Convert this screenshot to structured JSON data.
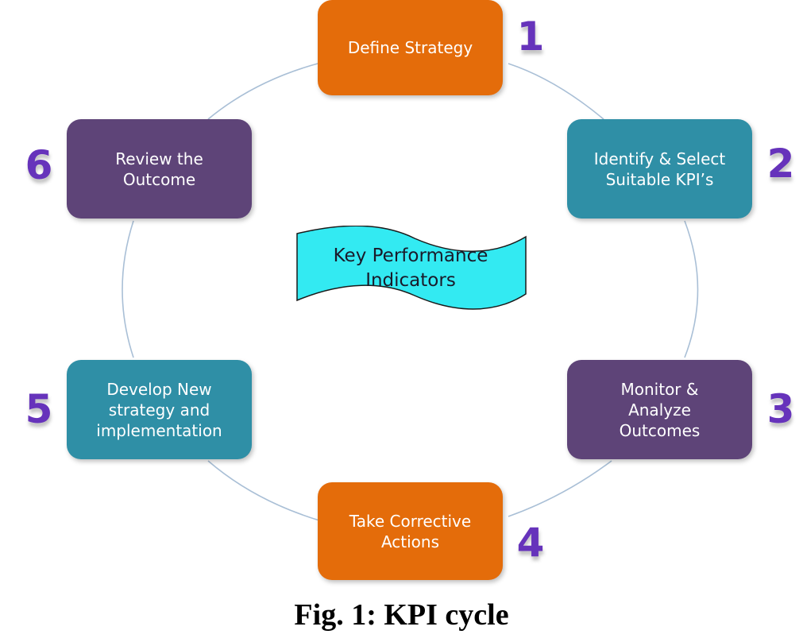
{
  "diagram": {
    "center": {
      "label": "Key Performance\nIndicators",
      "color": "#33eaf2"
    },
    "steps": [
      {
        "number": "1",
        "label": "Define Strategy",
        "color": "#e46c0a"
      },
      {
        "number": "2",
        "label": "Identify & Select\nSuitable KPI’s",
        "color": "#2f8fa6"
      },
      {
        "number": "3",
        "label": "Monitor &\nAnalyze\nOutcomes",
        "color": "#5e4478"
      },
      {
        "number": "4",
        "label": "Take Corrective\nActions",
        "color": "#e46c0a"
      },
      {
        "number": "5",
        "label": "Develop New\nstrategy and\nimplementation",
        "color": "#2f8fa6"
      },
      {
        "number": "6",
        "label": "Review the\nOutcome",
        "color": "#5e4478"
      }
    ],
    "number_color": "#6633bb",
    "connector_color": "#a9bfd6"
  },
  "caption": "Fig. 1: KPI cycle"
}
